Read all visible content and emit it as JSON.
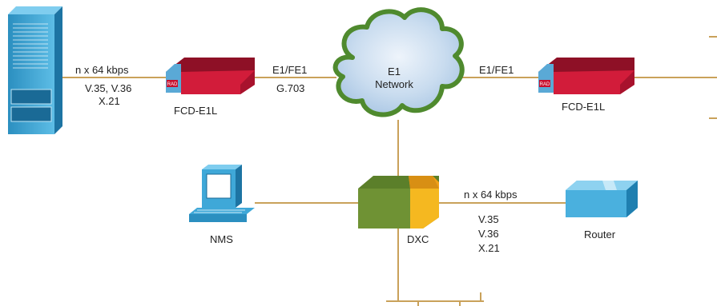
{
  "labels": {
    "link_left_top": "n x 64 kbps",
    "link_left_mid": "V.35, V.36",
    "link_left_bot": "X.21",
    "fcd_left": "FCD-E1L",
    "e1fe1_left": "E1/FE1",
    "g703": "G.703",
    "cloud_line1": "E1",
    "cloud_line2": "Network",
    "e1fe1_right": "E1/FE1",
    "fcd_right": "FCD-E1L",
    "nms": "NMS",
    "dxc": "DXC",
    "router_link_top": "n x 64 kbps",
    "router_v35": "V.35",
    "router_v36": "V.36",
    "router_x21": "X.21",
    "router": "Router",
    "rad_badge": "RAD"
  },
  "colors": {
    "line": "#c9a15a",
    "server_blue": "#3fa8d8",
    "fcd_red": "#d21c3a",
    "fcd_dark": "#8e1026",
    "cloud_green": "#4f8a2e",
    "dxc_green": "#7a9a3c",
    "dxc_orange": "#f0a018",
    "router_blue": "#4ab0de"
  }
}
